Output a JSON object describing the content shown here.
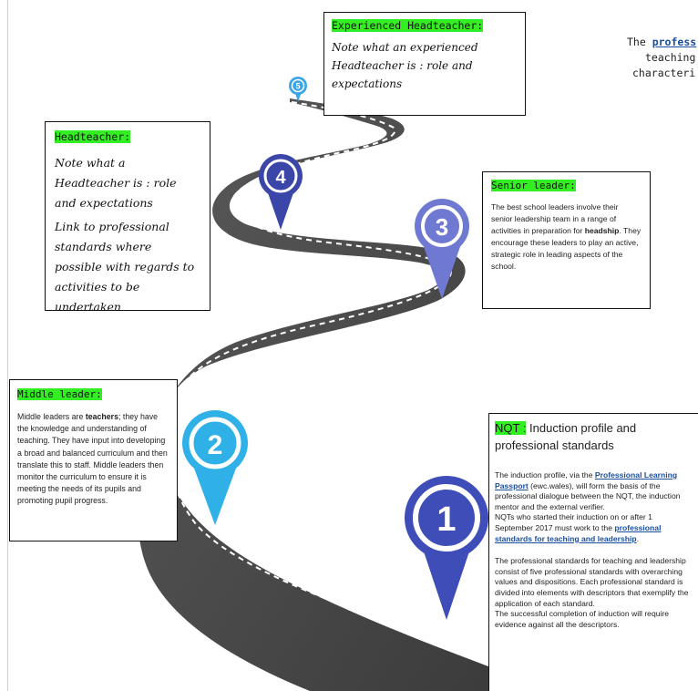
{
  "pins": [
    "5",
    "4",
    "3",
    "2",
    "1"
  ],
  "experienced_headteacher": {
    "title": "Experienced Headteacher:",
    "text": "Note what an  experienced Headteacher is : role and expectations"
  },
  "headteacher": {
    "title": "Headteacher:",
    "line1": "Note what a Headteacher is : role and expectations",
    "line2": "Link to professional standards where possible with regards to activities to be undertaken"
  },
  "senior_leader": {
    "title": "Senior leader:",
    "text_a": "The best school leaders involve their senior leadership team in a range of activities in preparation for ",
    "text_bold": "headship",
    "text_b": ". They encourage these leaders to play an active, strategic role in  leading aspects of the school."
  },
  "middle_leader": {
    "title": "Middle leader:",
    "text_a": "Middle leaders are ",
    "text_bold": "teachers",
    "text_b": "; they have the knowledge and understanding of teaching. They have input into developing a broad and balanced curriculum and  then translate this to staff. Middle leaders then monitor the curriculum to ensure it is meeting the needs of its pupils and promoting pupil progress."
  },
  "nqt": {
    "title_hl": "NQT :",
    "title_rest": " Induction profile and professional standards",
    "p1_a": "The induction profile, via the ",
    "p1_link": "Professional Learning Passport",
    "p1_b": " (ewc.wales), will form the basis of the professional dialogue between the NQT, the induction mentor and the external verifier.",
    "p2_a": "NQTs who started their induction on or after 1 September 2017 must work to the ",
    "p2_link": "professional standards for teaching and leadership",
    "p2_b": ".",
    "p3": "The professional standards for teaching and leadership consist of five professional standards with overarching values and dispositions. Each professional standard is divided into elements with descriptors that exemplify the application of each standard.",
    "p4": "The successful completion of induction will require evidence against all the descriptors."
  },
  "top_right_note": {
    "line1_a": "The ",
    "line1_link": "profess",
    "line2": "teaching",
    "line3": "characteri"
  },
  "colors": {
    "road": "#4a4a4a",
    "highlight": "#33ee22",
    "pin1": "#3f4db8",
    "pin2": "#2fb1e8",
    "pin3": "#6f79d2",
    "pin4": "#3a46a8",
    "pin5": "#3aa5e8",
    "link": "#1a4fa0"
  }
}
